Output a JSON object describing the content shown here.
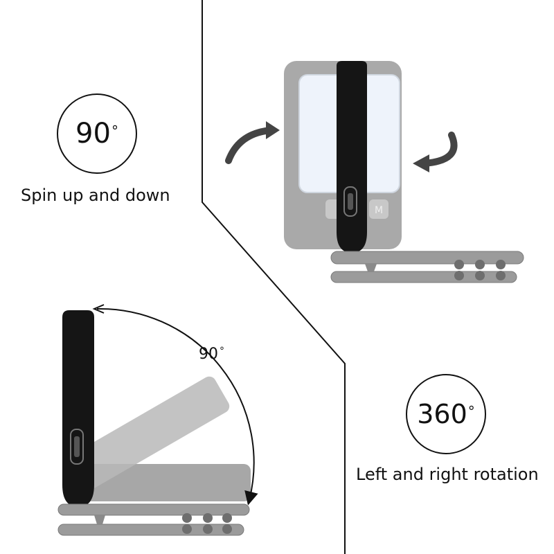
{
  "badges": {
    "tilt": {
      "value": "90",
      "unit": "°"
    },
    "rotation": {
      "value": "360",
      "unit": "°"
    }
  },
  "captions": {
    "tilt": "Spin up and down",
    "rotation": "Left and right rotation"
  },
  "angle_label": {
    "value": "90",
    "unit": "°"
  },
  "colors": {
    "background": "#ffffff",
    "divider": "#111111",
    "lamp_body": "#a8a8a8",
    "clip": "#151515",
    "light_panel": "#eef3fb",
    "arrow": "#444444"
  }
}
